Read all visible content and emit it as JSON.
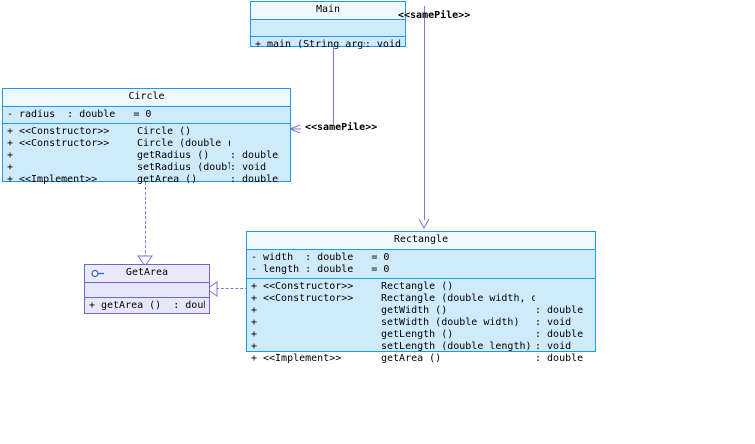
{
  "diagram": {
    "type": "uml-class-diagram",
    "classes": [
      {
        "id": "main",
        "name": "Main",
        "attributes": [],
        "operations": [
          {
            "visibility": "+",
            "stereotype": "",
            "signature": "main (String args[])",
            "returns": ": void"
          }
        ]
      },
      {
        "id": "circle",
        "name": "Circle",
        "attributes": [
          {
            "visibility": "-",
            "stereotype": "",
            "signature": "radius  : double   = 0",
            "returns": ""
          }
        ],
        "operations": [
          {
            "visibility": "+",
            "stereotype": "<<Constructor>>",
            "signature": "Circle ()",
            "returns": ""
          },
          {
            "visibility": "+",
            "stereotype": "<<Constructor>>",
            "signature": "Circle (double radius)",
            "returns": ""
          },
          {
            "visibility": "+",
            "stereotype": "",
            "signature": "getRadius ()",
            "returns": ": double"
          },
          {
            "visibility": "+",
            "stereotype": "",
            "signature": "setRadius (double radius)",
            "returns": ": void"
          },
          {
            "visibility": "+",
            "stereotype": "<<Implement>>",
            "signature": "getArea ()",
            "returns": ": double"
          }
        ]
      },
      {
        "id": "rectangle",
        "name": "Rectangle",
        "attributes": [
          {
            "visibility": "-",
            "stereotype": "",
            "signature": "width  : double   = 0",
            "returns": ""
          },
          {
            "visibility": "-",
            "stereotype": "",
            "signature": "length : double   = 0",
            "returns": ""
          }
        ],
        "operations": [
          {
            "visibility": "+",
            "stereotype": "<<Constructor>>",
            "signature": "Rectangle ()",
            "returns": ""
          },
          {
            "visibility": "+",
            "stereotype": "<<Constructor>>",
            "signature": "Rectangle (double width, double length)",
            "returns": ""
          },
          {
            "visibility": "+",
            "stereotype": "",
            "signature": "getWidth ()",
            "returns": ": double"
          },
          {
            "visibility": "+",
            "stereotype": "",
            "signature": "setWidth (double width)",
            "returns": ": void"
          },
          {
            "visibility": "+",
            "stereotype": "",
            "signature": "getLength ()",
            "returns": ": double"
          },
          {
            "visibility": "+",
            "stereotype": "",
            "signature": "setLength (double length)",
            "returns": ": void"
          },
          {
            "visibility": "+",
            "stereotype": "<<Implement>>",
            "signature": "getArea ()",
            "returns": ": double"
          }
        ]
      }
    ],
    "interfaces": [
      {
        "id": "getarea",
        "name": "GetArea",
        "icon": "interface-lollipop-icon",
        "attributes": [],
        "operations": [
          {
            "visibility": "+",
            "stereotype": "",
            "signature": "getArea ()  : double",
            "returns": ""
          }
        ]
      }
    ],
    "connector_labels": [
      {
        "id": "label-main-rectangle",
        "text": "<<samePile>>"
      },
      {
        "id": "label-main-circle",
        "text": "<<samePile>>"
      }
    ],
    "colors": {
      "class_border": "#1a9ae8",
      "class_body": "#cfeafb",
      "class_header": "#eef8fe",
      "interface_border": "#6a66d6",
      "interface_body": "#e8e6f9",
      "connector": "#7b79dd",
      "background": "#ffffff"
    }
  }
}
